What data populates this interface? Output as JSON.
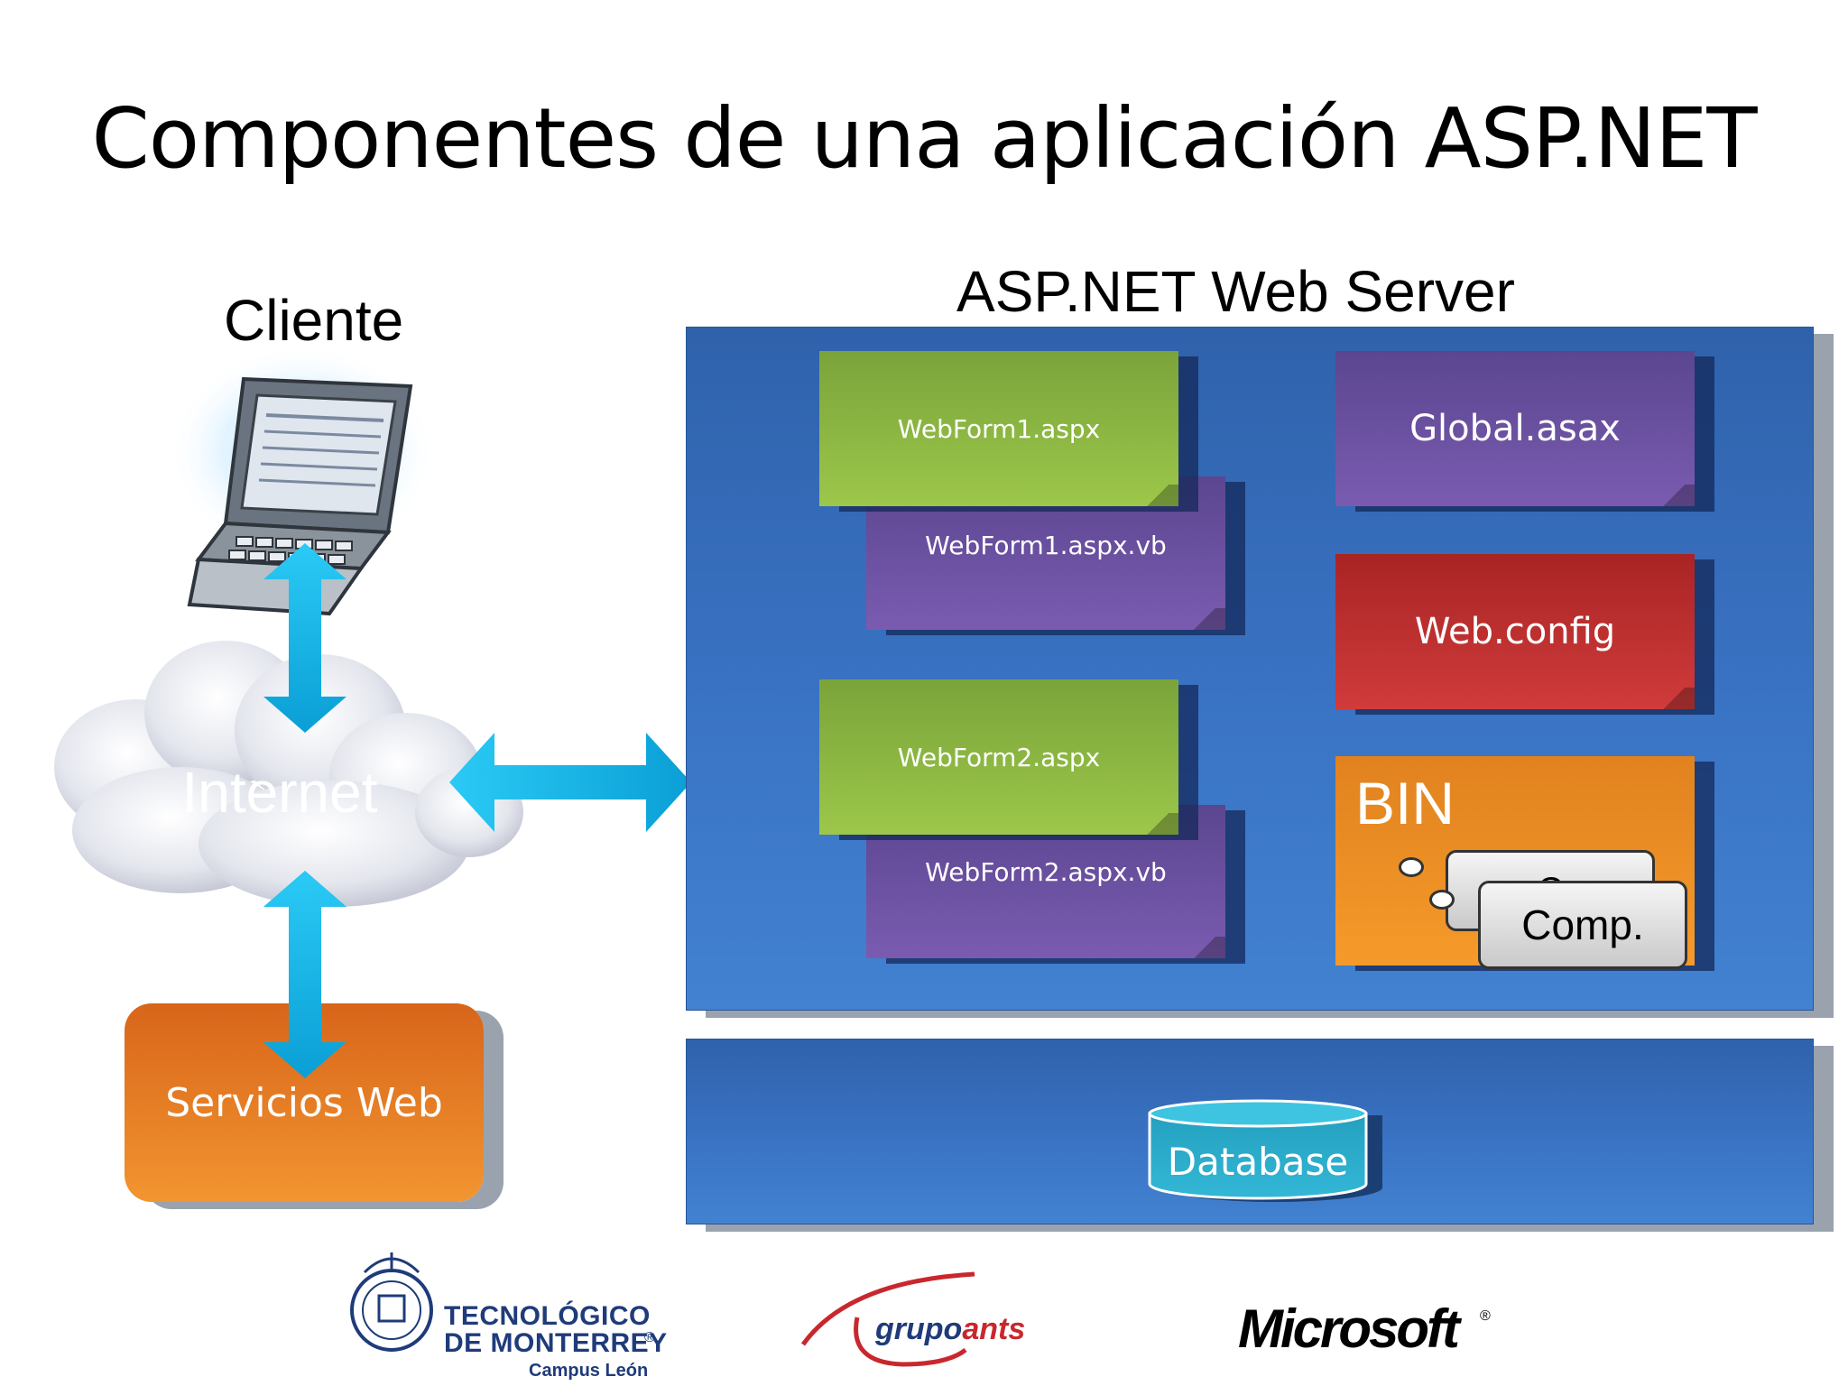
{
  "slide": {
    "title": "Componentes de una aplicación ASP.NET"
  },
  "client": {
    "label": "Cliente",
    "cloud_label": "Internet"
  },
  "server": {
    "label": "ASP.NET Web Server",
    "cards": {
      "webform1": "WebForm1.aspx",
      "webform1_vb": "WebForm1.aspx.vb",
      "webform2": "WebForm2.aspx",
      "webform2_vb": "WebForm2.aspx.vb",
      "global": "Global.asax",
      "webconfig": "Web.config",
      "bin": "BIN",
      "comp_back": "C",
      "comp_front": "Comp."
    },
    "database": "Database"
  },
  "services": {
    "label": "Servicios Web"
  },
  "logos": {
    "tec_line1": "TECNOLÓGICO",
    "tec_line2": "DE MONTERREY",
    "tec_reg": "®",
    "tec_campus": "Campus León",
    "grupo_part1": "grupo",
    "grupo_part2": "ants",
    "microsoft": "Microsoft",
    "microsoft_reg": "®"
  },
  "colors": {
    "panel_blue": "#3a73c4",
    "card_green": "#9cc74a",
    "card_purple": "#7a5bb0",
    "card_red": "#d03b3b",
    "card_orange": "#f59a2a",
    "db_teal": "#2aa6c2",
    "arrow_cyan": "#1fb8e8"
  },
  "icons": {
    "client_device": "laptop-icon",
    "network": "cloud-icon",
    "connections": "double-arrow-icon",
    "storage": "database-cylinder-icon"
  }
}
